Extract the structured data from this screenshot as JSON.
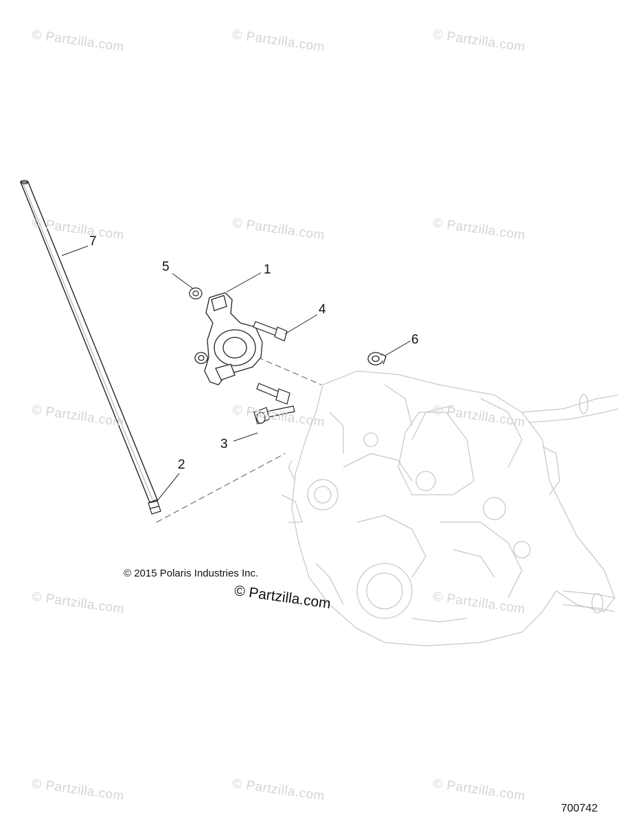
{
  "watermark_text": "© Partzilla.com",
  "copyright": "© 2015 Polaris Industries Inc.",
  "diagram_id": "700742",
  "callouts": [
    {
      "id": "callout-1",
      "label": "1"
    },
    {
      "id": "callout-2",
      "label": "2"
    },
    {
      "id": "callout-3",
      "label": "3"
    },
    {
      "id": "callout-4",
      "label": "4"
    },
    {
      "id": "callout-5",
      "label": "5"
    },
    {
      "id": "callout-6",
      "label": "6"
    },
    {
      "id": "callout-7",
      "label": "7"
    }
  ]
}
